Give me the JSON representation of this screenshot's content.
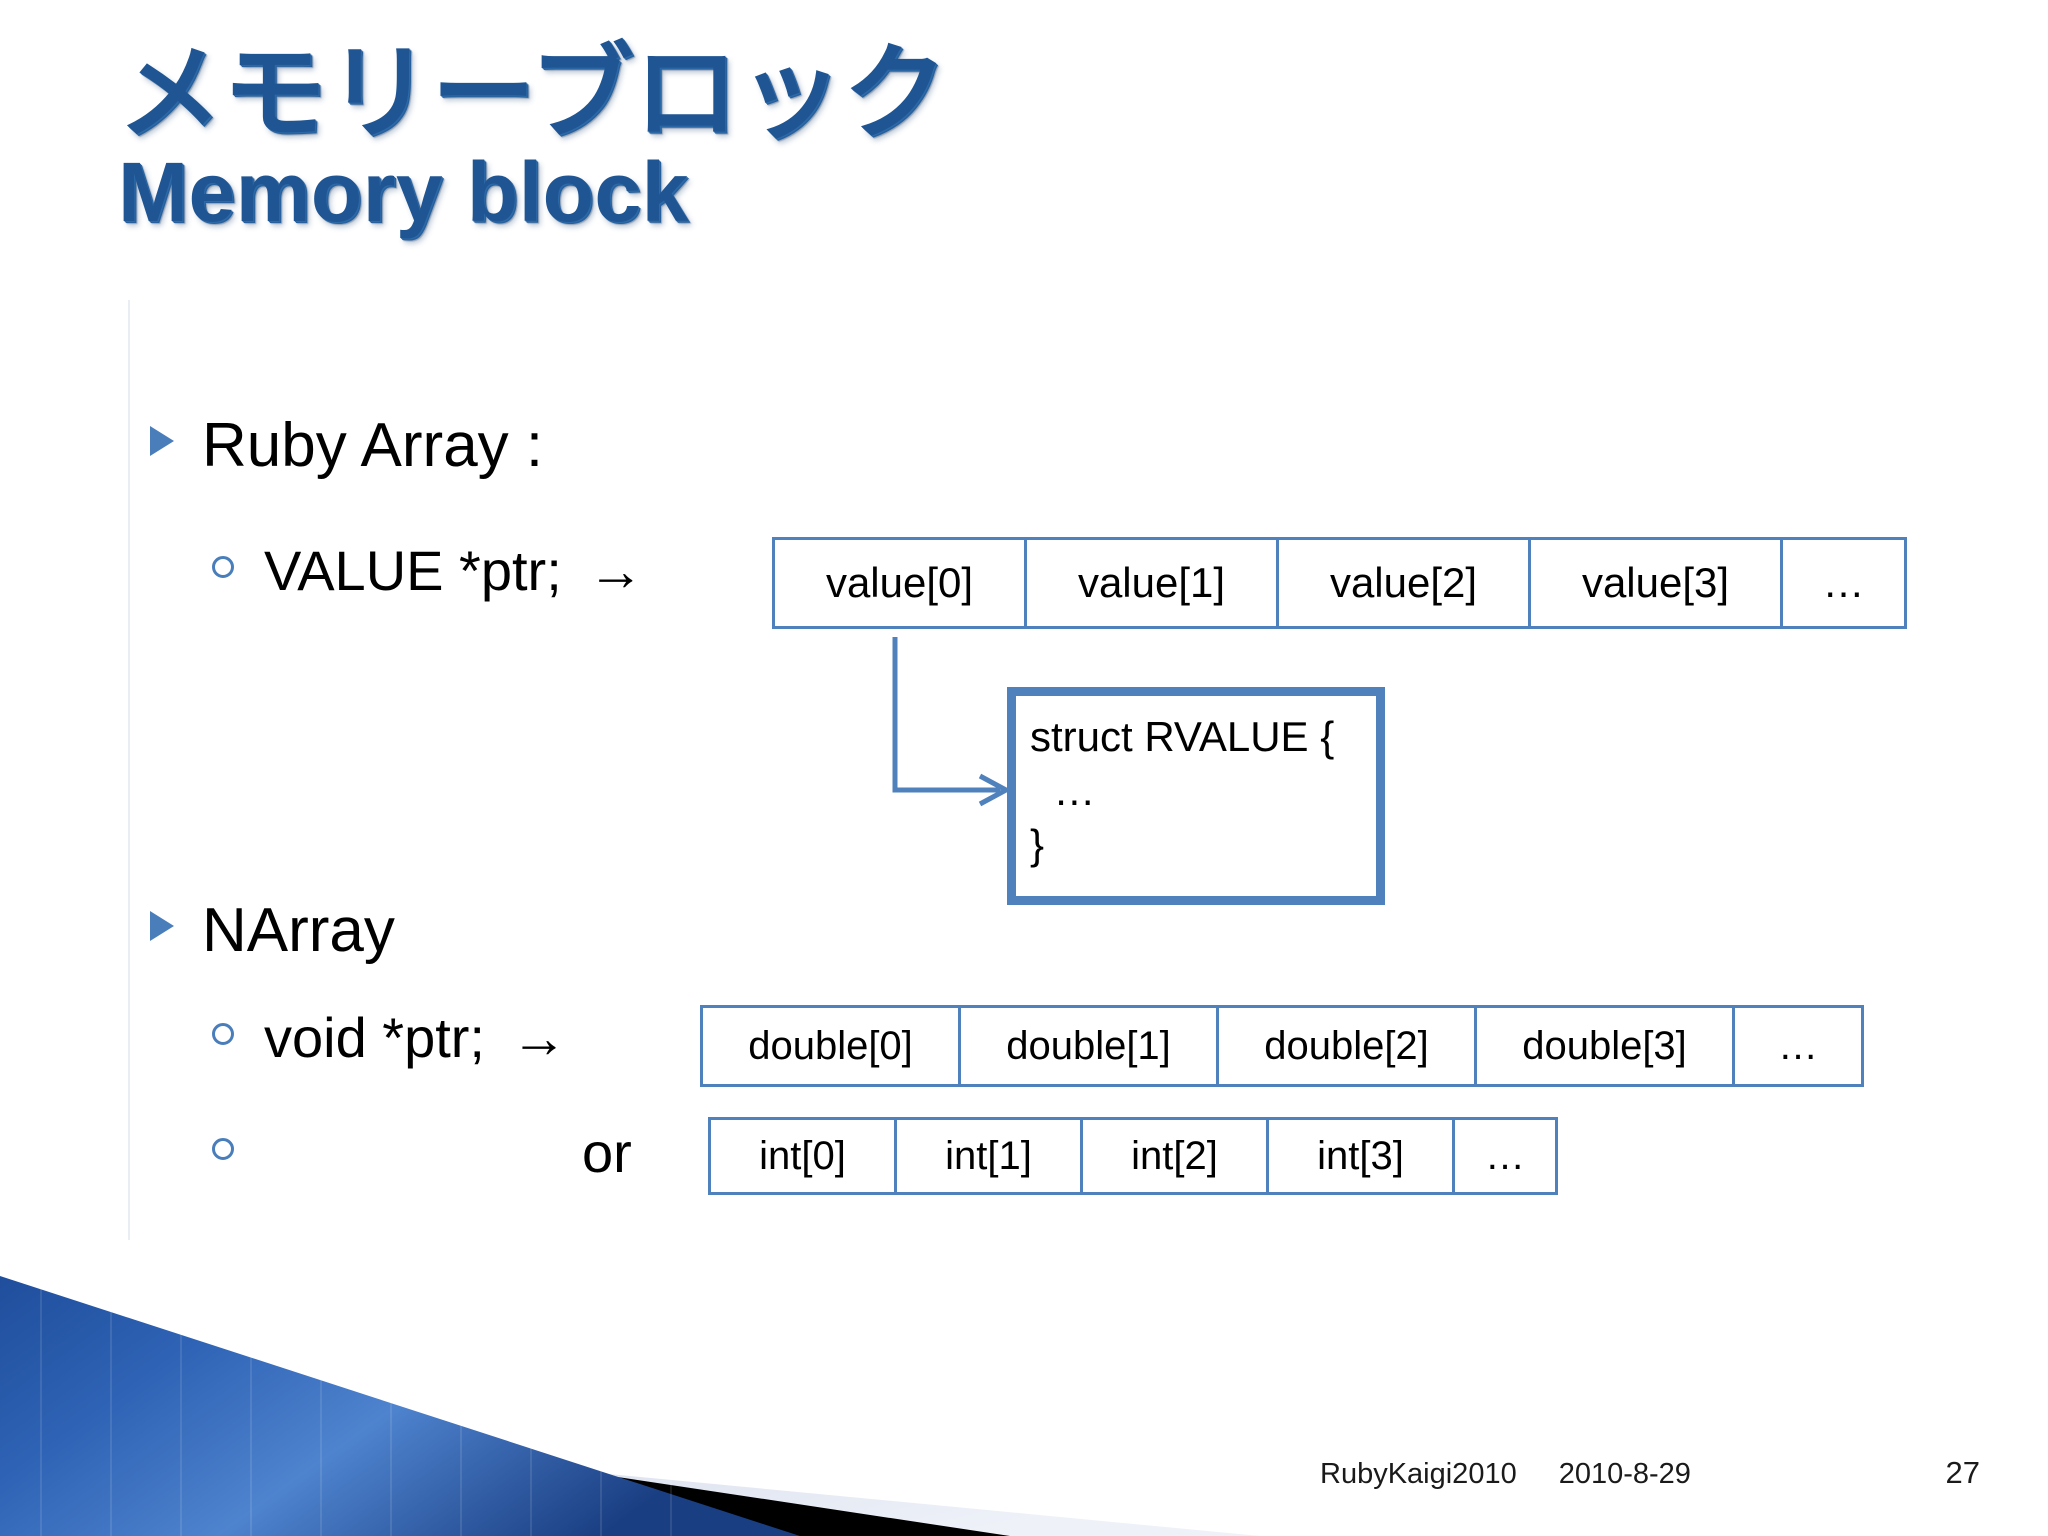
{
  "slide": {
    "title_jp": "メモリーブロック",
    "title_en": "Memory block",
    "accent_color": "#4F81BD",
    "title_color": "#1F5592",
    "bullet_color": "#4A7EBB"
  },
  "body": {
    "ruby_array": {
      "heading": "Ruby Array :",
      "sub": "VALUE *ptr;",
      "arrow": "→"
    },
    "narray": {
      "heading": "NArray",
      "sub": "void *ptr;",
      "arrow": "→",
      "or_label": "or"
    }
  },
  "tables": {
    "value": {
      "cells": [
        "value[0]",
        "value[1]",
        "value[2]",
        "value[3]"
      ],
      "ellipsis": "…"
    },
    "double": {
      "cells": [
        "double[0]",
        "double[1]",
        "double[2]",
        "double[3]"
      ],
      "ellipsis": "…"
    },
    "int": {
      "cells": [
        "int[0]",
        "int[1]",
        "int[2]",
        "int[3]"
      ],
      "ellipsis": "…"
    }
  },
  "rvalue_box": {
    "text": "struct RVALUE {\n  …\n}"
  },
  "footer": {
    "conference": "RubyKaigi2010",
    "date": "2010-8-29",
    "page_number": "27"
  }
}
